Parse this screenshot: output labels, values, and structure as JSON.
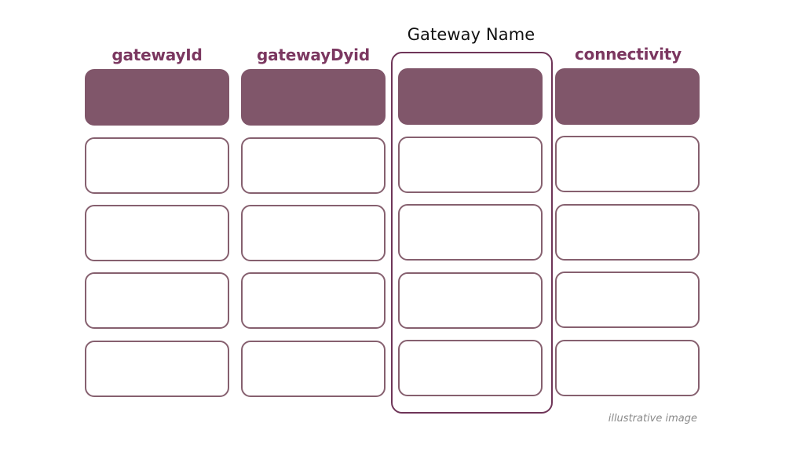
{
  "theme": {
    "header_fill": "#80566A",
    "cell_outline": "#86606F",
    "highlight_frame": "#6F3558",
    "label_color": "#7B3760",
    "caption_color": "#8A8A8A"
  },
  "columns": [
    {
      "label": "gatewayId",
      "rows": [
        "",
        "",
        "",
        ""
      ]
    },
    {
      "label": "gatewayDyid",
      "rows": [
        "",
        "",
        "",
        ""
      ]
    },
    {
      "label": "Gateway Name",
      "rows": [
        "",
        "",
        "",
        ""
      ],
      "highlighted": true
    },
    {
      "label": "connectivity",
      "rows": [
        "",
        "",
        "",
        ""
      ]
    }
  ],
  "caption": "illustrative image"
}
